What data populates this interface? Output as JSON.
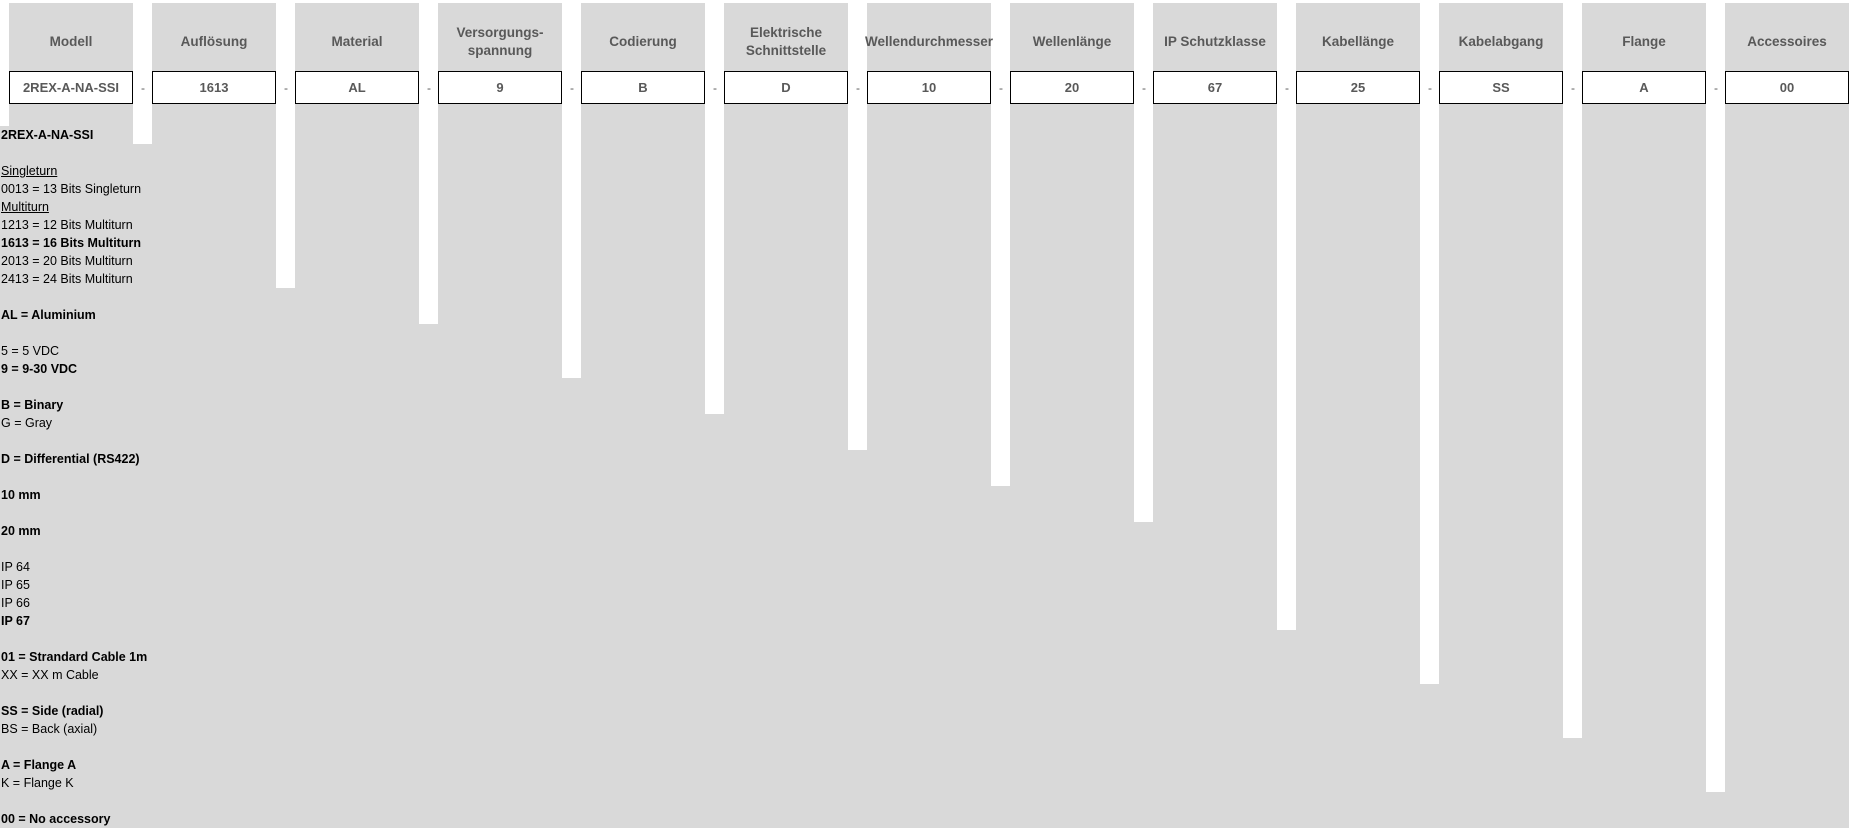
{
  "columns": [
    {
      "header": "Modell",
      "code": "2REX-A-NA-SSI"
    },
    {
      "header": "Auflösung",
      "code": "1613"
    },
    {
      "header": "Material",
      "code": "AL"
    },
    {
      "header": "Versorgungs-\nspannung",
      "code": "9"
    },
    {
      "header": "Codierung",
      "code": "B"
    },
    {
      "header": "Elektrische\nSchnittstelle",
      "code": "D"
    },
    {
      "header": "Wellendurchmesser",
      "code": "10"
    },
    {
      "header": "Wellenlänge",
      "code": "20"
    },
    {
      "header": "IP Schutzklasse",
      "code": "67"
    },
    {
      "header": "Kabellänge",
      "code": "25"
    },
    {
      "header": "Kabelabgang",
      "code": "SS"
    },
    {
      "header": "Flange",
      "code": "A"
    },
    {
      "header": "Accessoires",
      "code": "00"
    }
  ],
  "separator": "-",
  "options": [
    {
      "key": "modell",
      "text": "2REX-A-NA-SSI",
      "style": "bold"
    },
    {
      "key": "res-singleturn-heading",
      "text": "Singleturn",
      "style": "underline"
    },
    {
      "key": "res-0013",
      "text": "0013 = 13 Bits Singleturn",
      "style": "normal"
    },
    {
      "key": "res-multiturn-heading",
      "text": "Multiturn",
      "style": "underline"
    },
    {
      "key": "res-1213",
      "text": "1213 = 12 Bits Multiturn",
      "style": "normal"
    },
    {
      "key": "res-1613",
      "text": "1613 = 16 Bits Multiturn",
      "style": "bold"
    },
    {
      "key": "res-2013",
      "text": "2013 = 20 Bits Multiturn",
      "style": "normal"
    },
    {
      "key": "res-2413",
      "text": "2413 = 24 Bits Multiturn",
      "style": "normal"
    },
    {
      "key": "material-al",
      "text": "AL = Aluminium",
      "style": "bold"
    },
    {
      "key": "volt-5",
      "text": "5 = 5 VDC",
      "style": "normal"
    },
    {
      "key": "volt-9",
      "text": "9 = 9-30 VDC",
      "style": "bold"
    },
    {
      "key": "code-b",
      "text": "B = Binary",
      "style": "bold"
    },
    {
      "key": "code-g",
      "text": "G = Gray",
      "style": "normal"
    },
    {
      "key": "iface-d",
      "text": "D = Differential (RS422)",
      "style": "bold"
    },
    {
      "key": "shaft-10",
      "text": "10 mm",
      "style": "bold"
    },
    {
      "key": "length-20",
      "text": "20 mm",
      "style": "bold"
    },
    {
      "key": "ip64",
      "text": "IP 64",
      "style": "normal"
    },
    {
      "key": "ip65",
      "text": "IP 65",
      "style": "normal"
    },
    {
      "key": "ip66",
      "text": "IP 66",
      "style": "normal"
    },
    {
      "key": "ip67",
      "text": "IP 67",
      "style": "bold"
    },
    {
      "key": "cable-01",
      "text": "01 = Strandard Cable 1m",
      "style": "bold"
    },
    {
      "key": "cable-xx",
      "text": "XX = XX m Cable",
      "style": "normal"
    },
    {
      "key": "exit-ss",
      "text": "SS = Side (radial)",
      "style": "bold"
    },
    {
      "key": "exit-bs",
      "text": "BS = Back (axial)",
      "style": "normal"
    },
    {
      "key": "flange-a",
      "text": "A = Flange A",
      "style": "bold"
    },
    {
      "key": "flange-k",
      "text": "K = Flange K",
      "style": "normal"
    },
    {
      "key": "acc-00",
      "text": "00 = No accessory",
      "style": "bold"
    }
  ]
}
